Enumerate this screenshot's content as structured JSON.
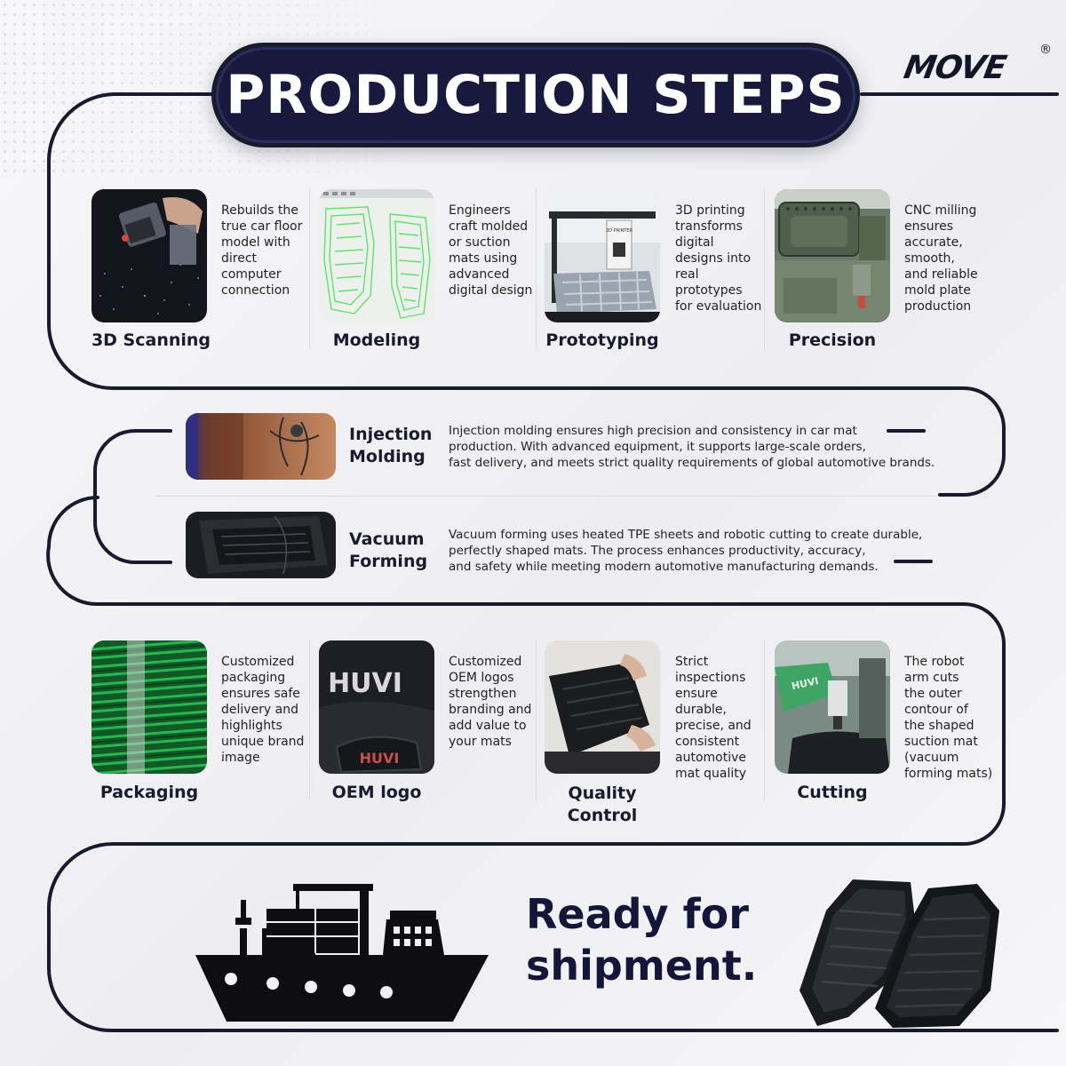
{
  "title": "PRODUCTION STEPS",
  "brand": {
    "name": "MOVE",
    "mark": "®"
  },
  "colors": {
    "navy": "#18193c",
    "line": "#1a1a2e",
    "green_render": "#5fe36a",
    "green_pack": "#1f9a3f",
    "dark_photo": "#1c1d22"
  },
  "row1": [
    {
      "title": "3D Scanning",
      "desc": "Rebuilds the true car floor model with direct computer connection",
      "desc_lines": [
        "Rebuilds the",
        "true car floor",
        "model with",
        "direct",
        "computer",
        "connection"
      ]
    },
    {
      "title": "Modeling",
      "desc_lines": [
        "Engineers",
        "craft molded",
        "or suction",
        "mats using",
        "advanced",
        "digital design"
      ]
    },
    {
      "title": "Prototyping",
      "desc_lines": [
        "3D printing",
        "transforms",
        "digital",
        "designs into",
        "real",
        "prototypes",
        "for evaluation"
      ],
      "printer_label": "3D PRINTER"
    },
    {
      "title": "Precision",
      "desc_lines": [
        "CNC milling",
        "ensures",
        "accurate,",
        "smooth,",
        "and reliable",
        "mold plate",
        "production"
      ]
    }
  ],
  "row2": [
    {
      "title_lines": [
        "Injection",
        "Molding"
      ],
      "desc_lines": [
        "Injection molding ensures high precision and consistency in car mat",
        "production. With advanced equipment, it supports large-scale orders,",
        "fast delivery, and meets strict quality requirements of global automotive brands."
      ]
    },
    {
      "title_lines": [
        "Vacuum",
        "Forming"
      ],
      "desc_lines": [
        "Vacuum forming uses heated TPE sheets and robotic cutting to create durable,",
        "perfectly shaped mats. The process enhances productivity, accuracy,",
        "and safety while meeting modern automotive manufacturing demands."
      ]
    }
  ],
  "row3": [
    {
      "title_lines": [
        "Packaging"
      ],
      "desc_lines": [
        "Customized",
        "packaging",
        "ensures safe",
        "delivery and",
        "highlights",
        "unique brand",
        "image"
      ]
    },
    {
      "title_lines": [
        "OEM logo"
      ],
      "desc_lines": [
        "Customized",
        "OEM logos",
        "strengthen",
        "branding and",
        "add value to",
        "your mats"
      ],
      "logo_text": "HUVI"
    },
    {
      "title_lines": [
        "Quality",
        "Control"
      ],
      "desc_lines": [
        "Strict",
        "inspections",
        "ensure",
        "durable,",
        "precise, and",
        "consistent",
        "automotive",
        "mat quality"
      ]
    },
    {
      "title_lines": [
        "Cutting"
      ],
      "desc_lines": [
        "The robot",
        "arm cuts",
        "the outer",
        "contour of",
        "the shaped",
        "suction mat",
        "(vacuum",
        "forming mats)"
      ],
      "robot_label": "HUVI"
    }
  ],
  "shipment": {
    "lines": [
      "Ready for",
      "shipment."
    ]
  }
}
